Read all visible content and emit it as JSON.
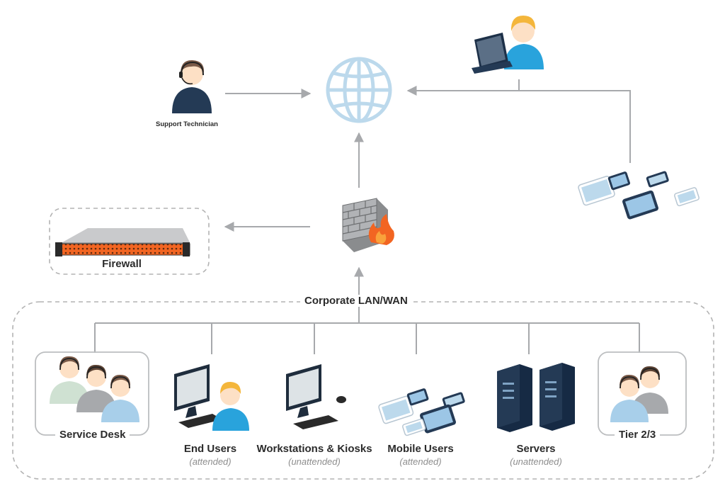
{
  "nodes": {
    "support_technician": "Support Technician",
    "firewall_appliance": "Firewall",
    "corporate_network": "Corporate LAN/WAN",
    "service_desk": "Service Desk",
    "end_users": {
      "title": "End Users",
      "sub": "(attended)"
    },
    "workstations": {
      "title": "Workstations & Kiosks",
      "sub": "(unattended)"
    },
    "mobile_users": {
      "title": "Mobile Users",
      "sub": "(attended)"
    },
    "servers": {
      "title": "Servers",
      "sub": "(unattended)"
    },
    "tier": "Tier 2/3"
  },
  "colors": {
    "line": "#a7a9ac",
    "globe": "#bcd9ec",
    "navy": "#243a55",
    "headset_person": "#b5bec8",
    "user_blue": "#29a3dc",
    "hair": "#f4b63b",
    "skin": "#fde0c5",
    "firewall_orange": "#f26522"
  },
  "icons": {
    "internet": "globe-icon",
    "technician": "headset-person-icon",
    "remote_user": "laptop-user-icon",
    "devices": "mobile-devices-icon",
    "firewall": "brick-wall-fire-icon",
    "appliance": "rack-appliance-icon"
  }
}
